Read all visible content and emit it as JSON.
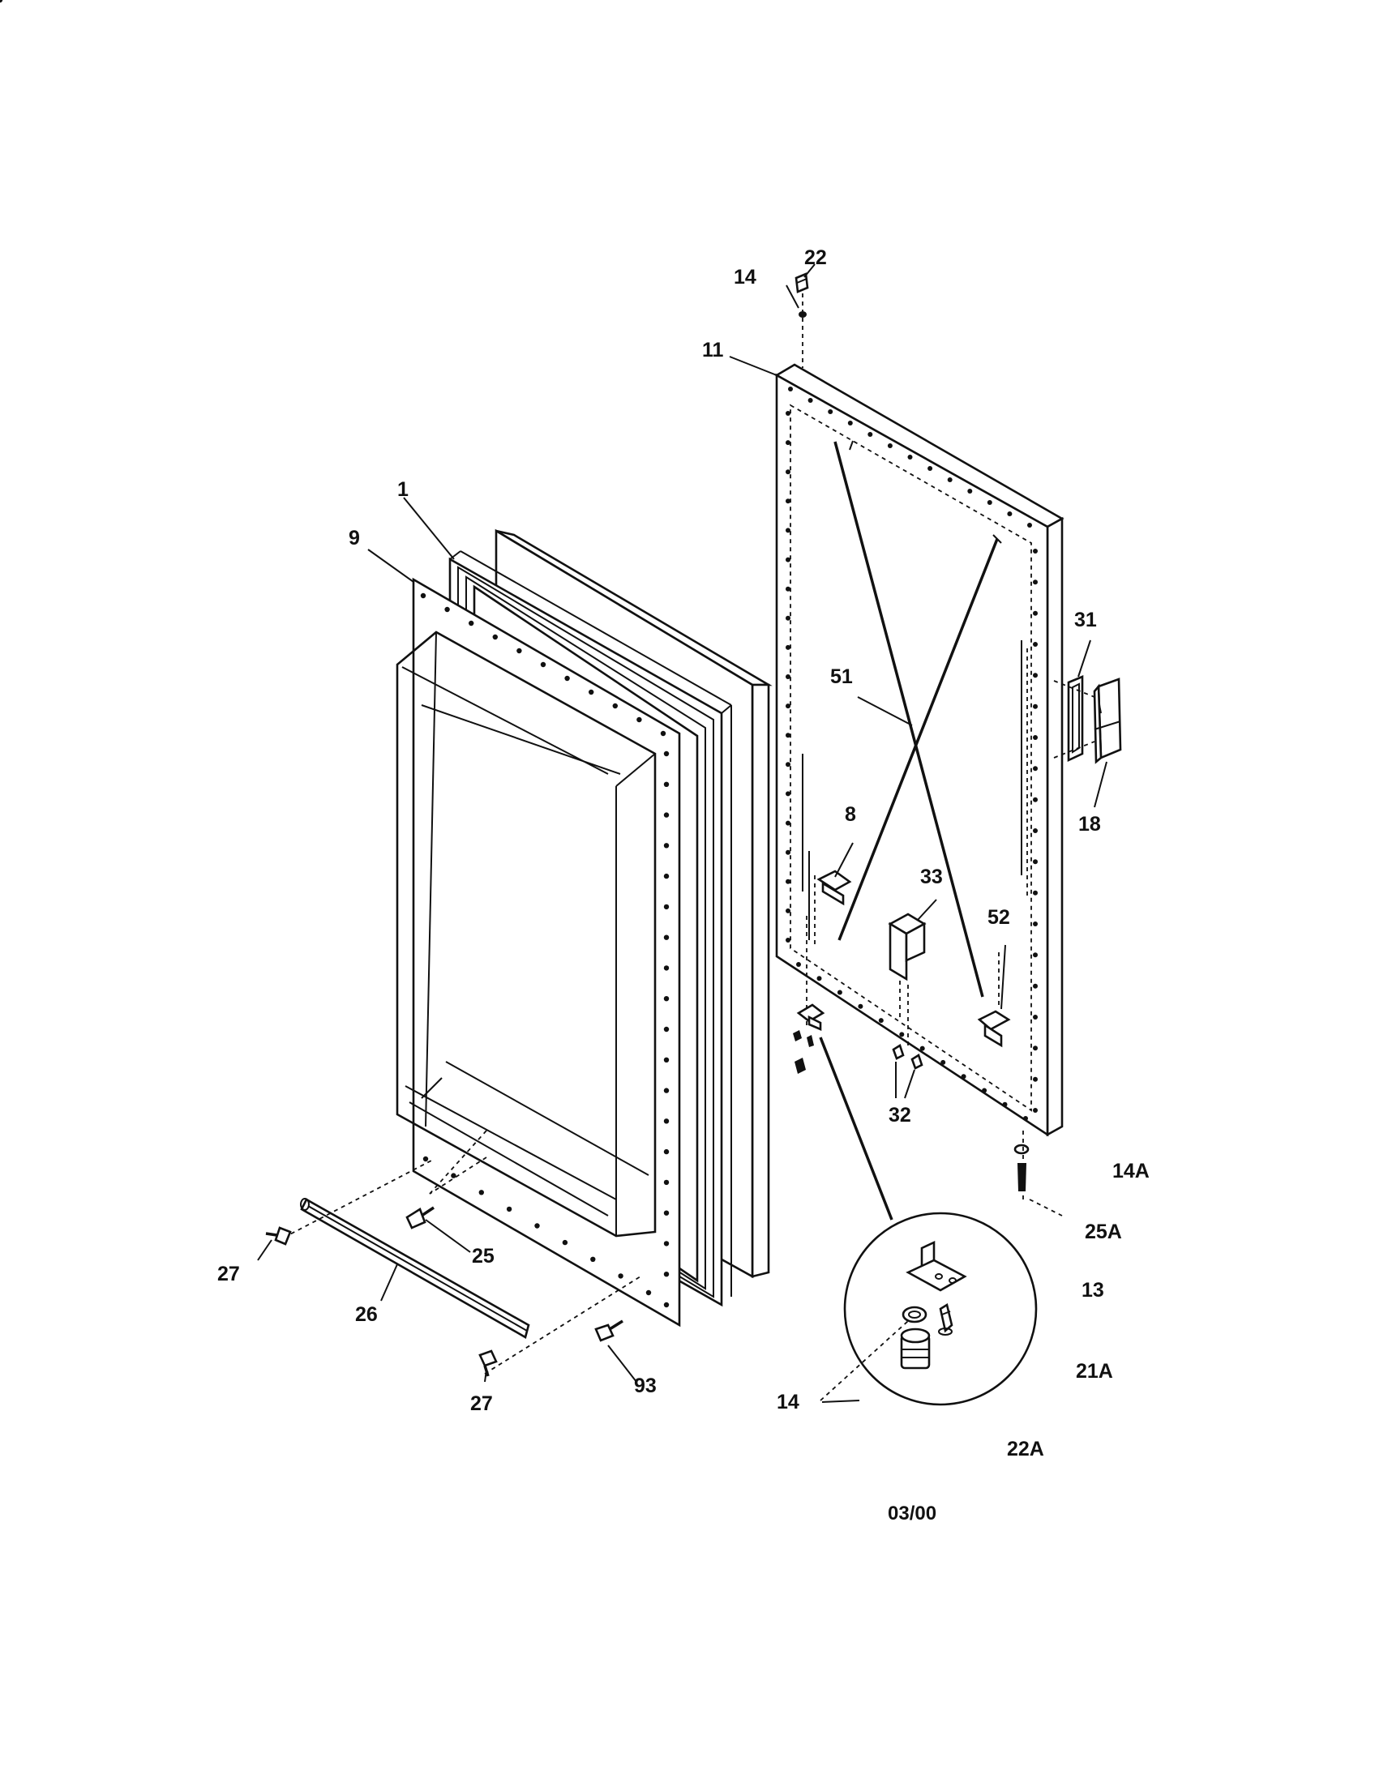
{
  "labels": {
    "l1": "1",
    "l8": "8",
    "l9": "9",
    "l11": "11",
    "l13": "13",
    "l14_top": "14",
    "l14_detail": "14",
    "l14A": "14A",
    "l18": "18",
    "l21A": "21A",
    "l22": "22",
    "l22A": "22A",
    "l25": "25",
    "l25A": "25A",
    "l26": "26",
    "l27_left": "27",
    "l27_bottom": "27",
    "l31": "31",
    "l32": "32",
    "l33": "33",
    "l51": "51",
    "l52": "52",
    "l93": "93"
  },
  "date_code": "03/00"
}
